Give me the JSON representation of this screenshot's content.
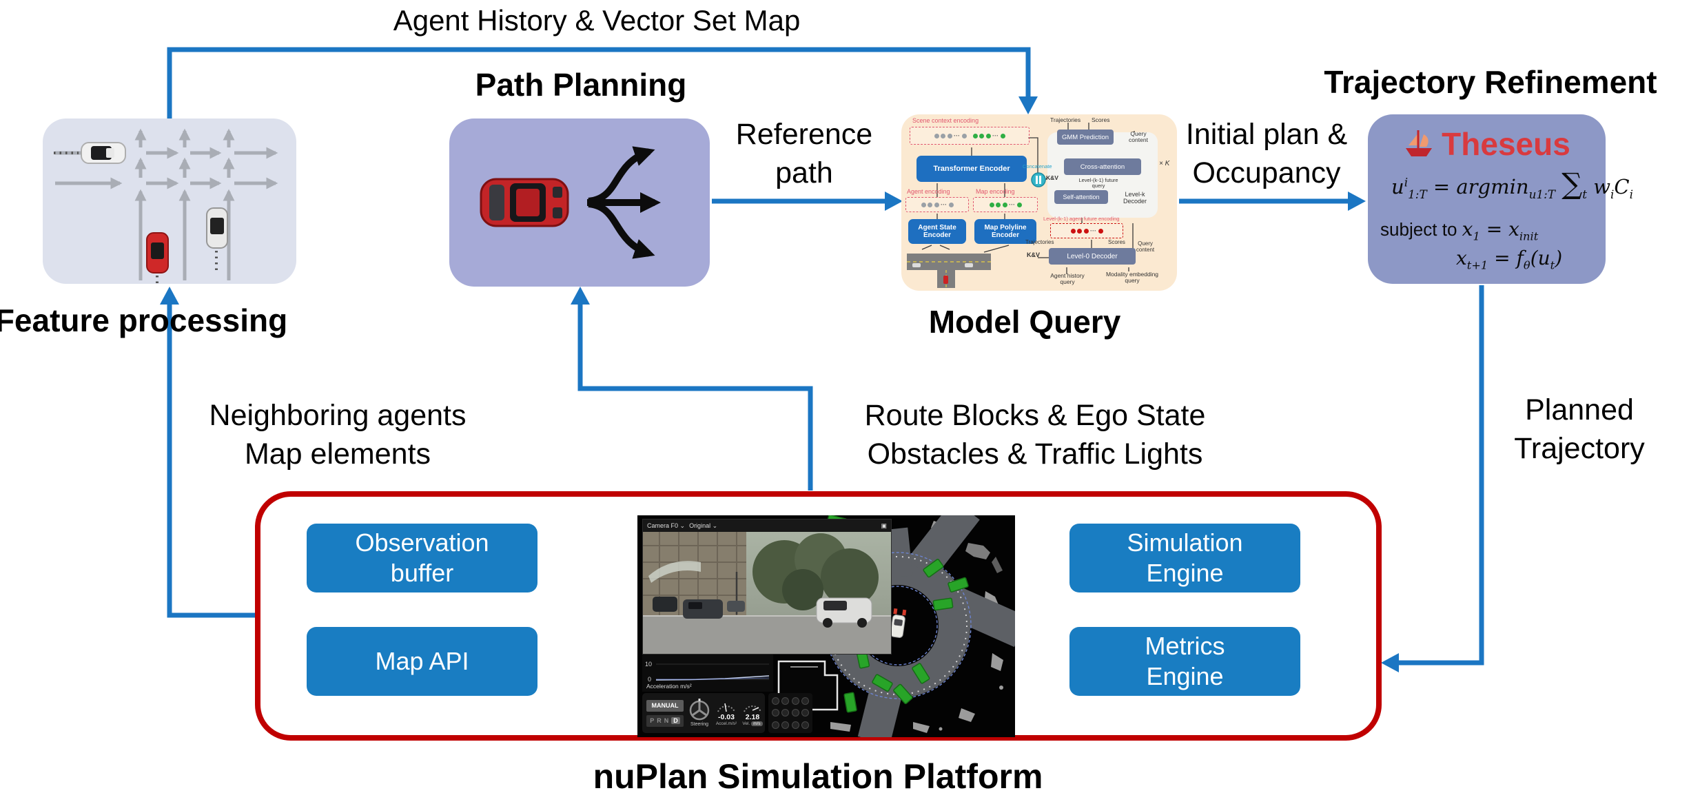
{
  "colors": {
    "arrow_blue": "#1b76c3",
    "platform_border_red": "#c00000",
    "button_blue": "#197dc2",
    "feature_fill": "#dde1ed",
    "path_fill": "#a6aad7",
    "model_fill": "#fbe9d1",
    "refine_fill": "#8d98c6",
    "theseus_red": "#d93a3e"
  },
  "labels": {
    "agent_history": "Agent History & Vector Set Map",
    "feature_processing": "Feature processing",
    "path_planning": "Path Planning",
    "model_query": "Model Query",
    "trajectory_refinement": "Trajectory Refinement",
    "reference_path": [
      "Reference",
      "path"
    ],
    "initial_plan": [
      "Initial plan &",
      "Occupancy"
    ],
    "neighboring_agents": [
      "Neighboring agents",
      "Map elements"
    ],
    "route_blocks": [
      "Route Blocks & Ego State",
      "Obstacles & Traffic Lights"
    ],
    "planned_trajectory": [
      "Planned",
      "Trajectory"
    ],
    "nuplan_platform": "nuPlan Simulation Platform"
  },
  "platform": {
    "buttons": {
      "observation_buffer": [
        "Observation",
        "buffer"
      ],
      "map_api": [
        "Map API",
        ""
      ],
      "simulation_engine": [
        "Simulation",
        "Engine"
      ],
      "metrics_engine": [
        "Metrics",
        "Engine"
      ]
    }
  },
  "model_query_diagram": {
    "scene_context": "Scene context encoding",
    "transformer_encoder": "Transformer Encoder",
    "agent_encoding": "Agent encoding",
    "map_encoding": "Map encoding",
    "agent_state_encoder": "Agent State Encoder",
    "map_polyline_encoder": "Map Polyline Encoder",
    "concatenate": "Concatenate",
    "kv": "K&V",
    "trajectories": "Trajectories",
    "scores": "Scores",
    "gmm_prediction": "GMM Prediction",
    "query_content": "Query content",
    "cross_attention": "Cross-attention",
    "times_k": "× K",
    "future_query": "Level-(k-1) future query",
    "self_attention": "Self-attention",
    "level_k_decoder": "Level-k Decoder",
    "agent_future_encoding": "Level-(k-1) agent future encoding",
    "level_0_decoder": "Level-0 Decoder",
    "agent_history_query": "Agent history query",
    "modality_query": "Modality embedding query"
  },
  "trajectory_refinement": {
    "logo_text": "Theseus",
    "equations": [
      [
        {
          "t": "u"
        },
        {
          "t": "i",
          "k": "p"
        },
        {
          "t": "1:T",
          "k": "b"
        },
        {
          "t": " = argmin"
        },
        {
          "t": "u1:T",
          "k": "b"
        },
        {
          "t": " "
        },
        {
          "t": "∑",
          "k": "S"
        },
        {
          "t": "t",
          "k": "b"
        },
        {
          "t": " w"
        },
        {
          "t": "i",
          "k": "b"
        },
        {
          "t": "C"
        },
        {
          "t": "i",
          "k": "b"
        }
      ],
      [
        {
          "t": "subject to ",
          "k": "rm"
        },
        {
          "t": "x"
        },
        {
          "t": "1",
          "k": "b"
        },
        {
          "t": " = "
        },
        {
          "t": "x"
        },
        {
          "t": "init",
          "k": "b"
        }
      ],
      [
        {
          "t": "x"
        },
        {
          "t": "t+1",
          "k": "b"
        },
        {
          "t": " = "
        },
        {
          "t": "f"
        },
        {
          "t": "θ",
          "k": "b"
        },
        {
          "t": "("
        },
        {
          "t": "u"
        },
        {
          "t": "t",
          "k": "b"
        },
        {
          "t": ")"
        }
      ]
    ]
  },
  "sim_viewer": {
    "camera_source": "Camera F0",
    "camera_view": "Original",
    "accel_chart": {
      "label": "Acceleration m/s²",
      "tick_top": "10",
      "tick_zero": "0"
    },
    "drive_mode": "MANUAL",
    "gears": [
      "P",
      "R",
      "N",
      "D"
    ],
    "active_gear": "D",
    "steering_label": "Steering",
    "accel_value": "-0.03",
    "accel_label": "Accel.m/s²",
    "vel_value": "2.18",
    "vel_label": "Vel.",
    "vel_unit": "m/s"
  }
}
